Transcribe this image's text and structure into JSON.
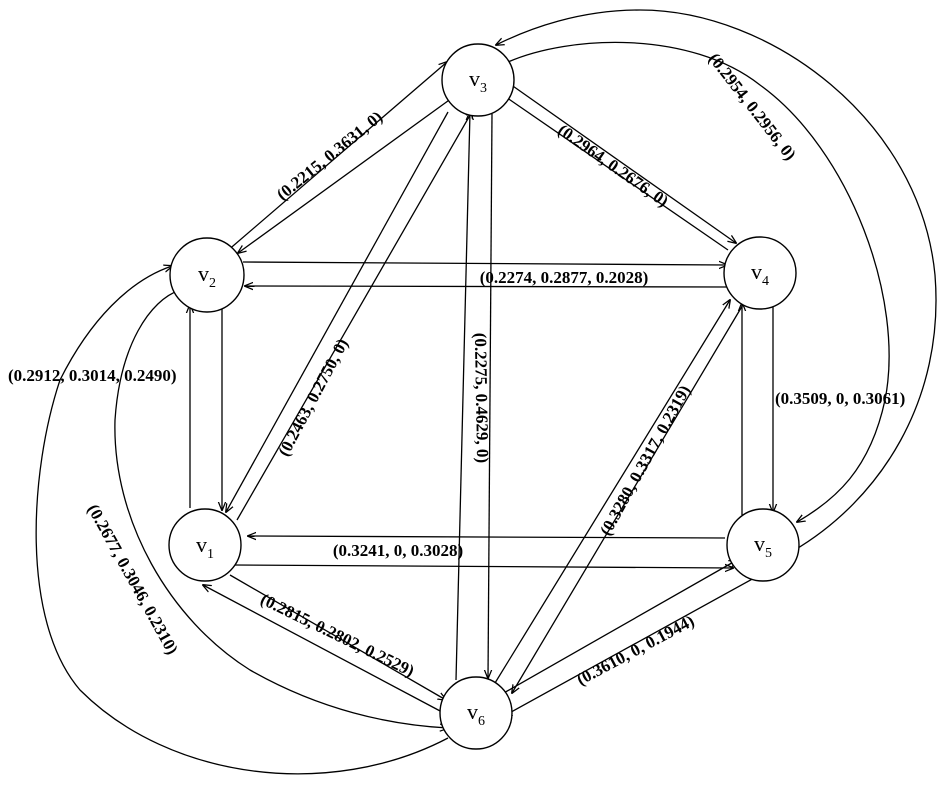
{
  "nodes": [
    {
      "id": "v1",
      "name": "v",
      "sub": "1"
    },
    {
      "id": "v2",
      "name": "v",
      "sub": "2"
    },
    {
      "id": "v3",
      "name": "v",
      "sub": "3"
    },
    {
      "id": "v4",
      "name": "v",
      "sub": "4"
    },
    {
      "id": "v5",
      "name": "v",
      "sub": "5"
    },
    {
      "id": "v6",
      "name": "v",
      "sub": "6"
    }
  ],
  "edge_labels": {
    "v2_v3": "(0.2215, 0.3631, 0)",
    "v3_v4": "(0.2964, 0.2676, 0)",
    "v3_v5": "(0.2954, 0.2956, 0)",
    "v2_v4": "(0.2274, 0.2877, 0.2028)",
    "v1_v2": "(0.2912, 0.3014, 0.2490)",
    "v1_v3": "(0.2463, 0.2750, 0)",
    "v3_v6": "(0.2275, 0.4629, 0)",
    "v4_v6": "(0.3280, 0.3317, 0.2319)",
    "v4_v5": "(0.3509, 0, 0.3061)",
    "v1_v5": "(0.3241, 0, 0.3028)",
    "v1_v6": "(0.2815, 0.2802, 0.2529)",
    "v5_v6": "(0.3610, 0, 0.1944)",
    "v2_v6": "(0.2677, 0.3046, 0.2310)"
  }
}
